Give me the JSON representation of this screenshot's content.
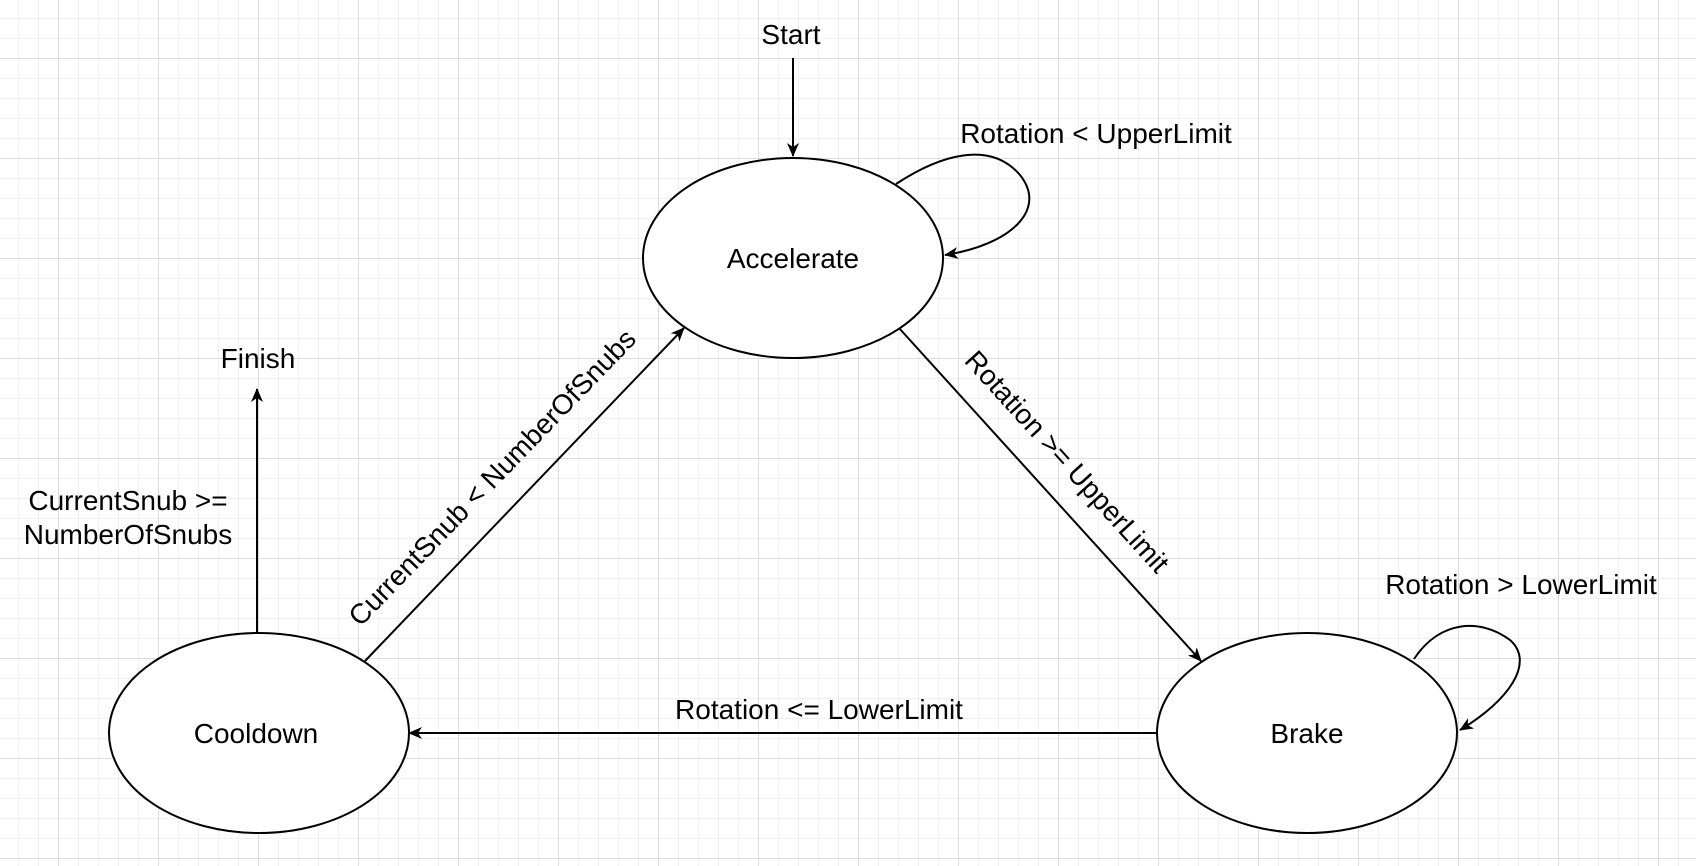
{
  "diagram": {
    "states": {
      "accelerate": "Accelerate",
      "brake": "Brake",
      "cooldown": "Cooldown"
    },
    "terminals": {
      "start": "Start",
      "finish": "Finish"
    },
    "transitions": {
      "accelerate_self": "Rotation < UpperLimit",
      "accelerate_to_brake": "Rotation >= UpperLimit",
      "brake_self": "Rotation > LowerLimit",
      "brake_to_cooldown": "Rotation <= LowerLimit",
      "cooldown_to_accelerate": "CurrentSnub < NumberOfSnubs",
      "cooldown_to_finish_line1": "CurrentSnub >=",
      "cooldown_to_finish_line2": "NumberOfSnubs"
    }
  }
}
